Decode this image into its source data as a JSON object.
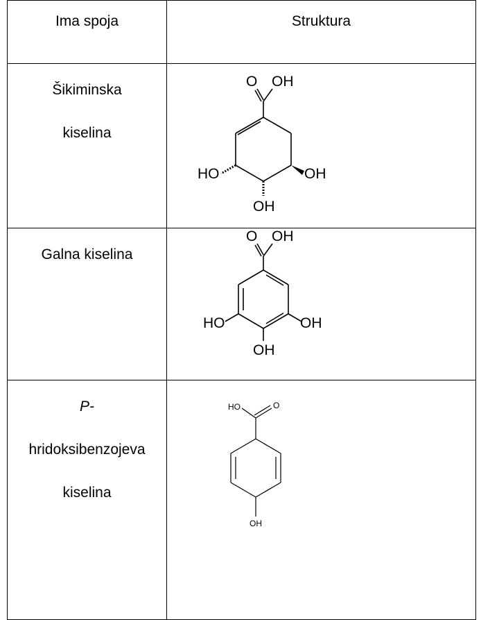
{
  "table": {
    "headers": {
      "name": "Ima spoja",
      "structure": "Struktura"
    },
    "rows": [
      {
        "name_lines": [
          "Šikiminska",
          "kiselina"
        ],
        "structure_labels": {
          "o": "O",
          "oh_acid": "OH",
          "ho_left": "HO",
          "oh_right": "OH",
          "oh_bottom": "OH"
        }
      },
      {
        "name_lines": [
          "Galna kiselina"
        ],
        "structure_labels": {
          "o": "O",
          "oh_acid": "OH",
          "ho_left": "HO",
          "oh_right": "OH",
          "oh_bottom": "OH"
        }
      },
      {
        "name_lines": [
          "P-",
          "hridoksibenzojeva",
          "kiselina"
        ],
        "structure_labels": {
          "ho_acid": "HO",
          "o": "O",
          "oh_bottom": "OH"
        }
      }
    ]
  }
}
